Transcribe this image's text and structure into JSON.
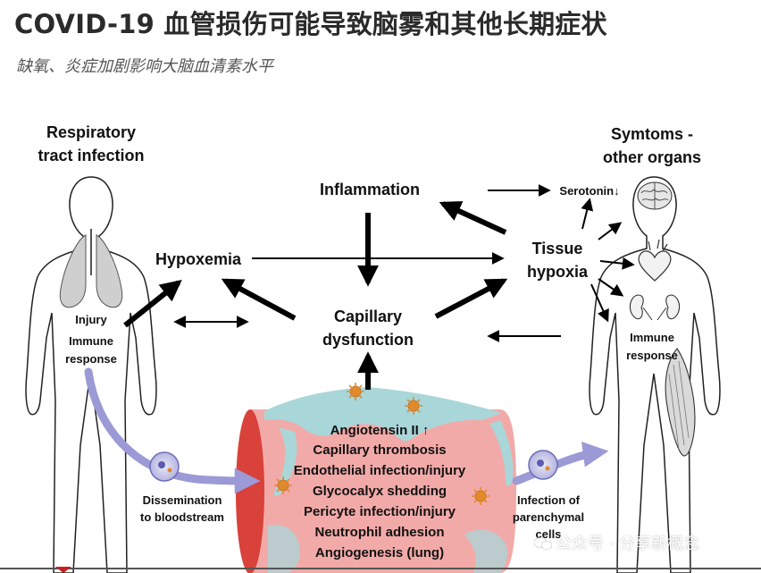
{
  "header": {
    "title": "COVID-19 血管损伤可能导致脑雾和其他长期症状",
    "subtitle": "缺氧、炎症加剧影响大脑血清素水平"
  },
  "diagram": {
    "left_heading": [
      "Respiratory",
      "tract infection"
    ],
    "right_heading": [
      "Symtoms -",
      "other organs"
    ],
    "inflammation": "Inflammation",
    "hypoxemia": "Hypoxemia",
    "tissue_hypoxia": [
      "Tissue",
      "hypoxia"
    ],
    "capillary": [
      "Capillary",
      "dysfunction"
    ],
    "serotonin": "Serotonin↓",
    "left_body": [
      "Injury",
      "Immune",
      "response"
    ],
    "right_body": [
      "Immune",
      "response"
    ],
    "vessel_list": [
      "Angiotensin II ↑",
      "Capillary thrombosis",
      "Endothelial infection/injury",
      "Glycocalyx shedding",
      "Pericyte infection/injury",
      "Neutrophil adhesion",
      "Angiogenesis (lung)"
    ],
    "dissemination": [
      "Dissemination",
      "to bloodstream"
    ],
    "infection_cells": [
      "Infection of",
      "parenchymal",
      "cells"
    ]
  },
  "watermark": "公众号 · 分享新概念",
  "colors": {
    "vessel_pink": "#f2aaa8",
    "vessel_red": "#d9413b",
    "capillary_teal": "#a9d6d9",
    "flow_purple": "#9b9ad6",
    "lung_gray": "#cfcfcf",
    "virus_orange": "#e08a2c"
  }
}
